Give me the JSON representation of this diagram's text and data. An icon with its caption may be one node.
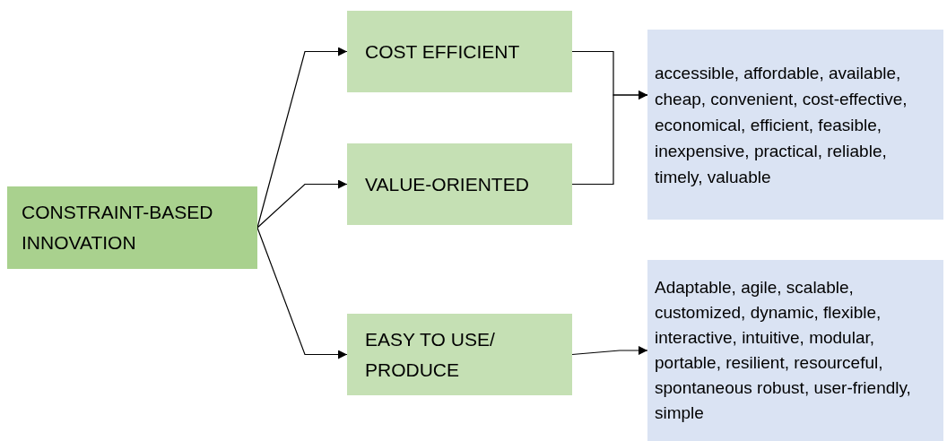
{
  "diagram": {
    "nodes": [
      {
        "text": [
          "CONSTRAINT-BASED INNOVATION"
        ]
      },
      {
        "text": [
          "COST EFFICIENT"
        ]
      },
      {
        "text": [
          "VALUE-ORIENTED"
        ]
      },
      {
        "text": [
          "EASY TO USE/ PRODUCE"
        ]
      },
      {
        "text": [
          "accessible, affordable, available, cheap, convenient, cost-effective, economical, efficient, feasible, inexpensive, practical, reliable, timely, valuable"
        ]
      },
      {
        "text": [
          "Adaptable, agile, scalable, customized, dynamic, flexible, interactive, intuitive, modular, portable, resilient, resourceful, spontaneous robust, user-friendly, simple"
        ]
      }
    ],
    "edges": [
      {
        "from": 0,
        "to": 1,
        "arrow": "to"
      },
      {
        "from": 0,
        "to": 2,
        "arrow": "to"
      },
      {
        "from": 0,
        "to": 3,
        "arrow": "to"
      },
      {
        "from": 1,
        "to": 4,
        "arrow": "to"
      },
      {
        "from": 2,
        "to": 4,
        "arrow": "to"
      },
      {
        "from": 3,
        "to": 5,
        "arrow": "to"
      }
    ]
  }
}
